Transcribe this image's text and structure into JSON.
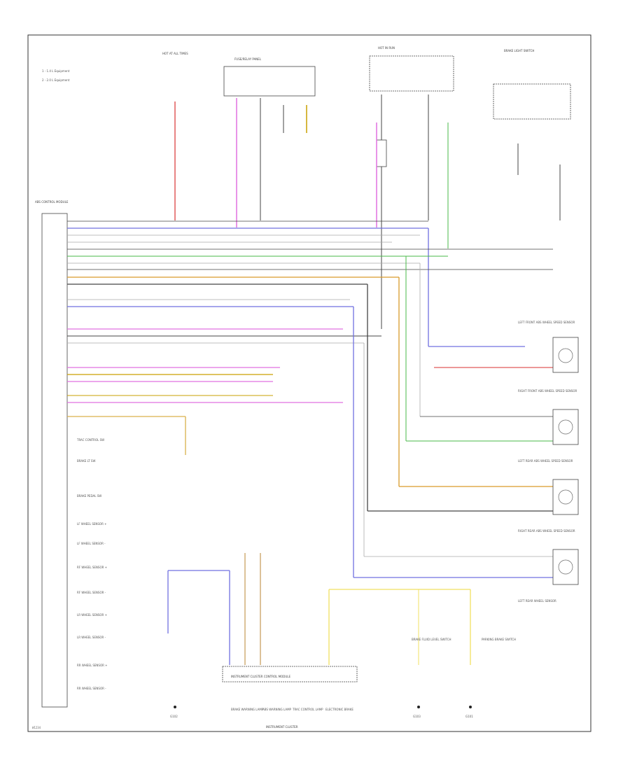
{
  "diagram": {
    "id_code": "W1234",
    "legend": [
      "1 - 1.4 L Equipment",
      "2 - 2.0 L Equipment"
    ],
    "fuse_panel_left_title": "HOT AT ALL TIMES",
    "fuse_panel_mid_title": "FUSE/RELAY PANEL",
    "fuse_panel_right_title": "HOT IN RUN",
    "relay_top_right_title": "BRAKE LIGHT SWITCH",
    "module_left_title": "ABS CONTROL MODULE",
    "module_dots": [
      {
        "name": "TRAC CONTROL SW"
      },
      {
        "name": "BRAKE LT SW"
      },
      {
        "name": "BRAKE PEDAL SW"
      },
      {
        "name": "LF WHEEL SENSOR +"
      },
      {
        "name": "LF WHEEL SENSOR -"
      },
      {
        "name": "RF WHEEL SENSOR +"
      },
      {
        "name": "RF WHEEL SENSOR -"
      },
      {
        "name": "LR WHEEL SENSOR +"
      },
      {
        "name": "LR WHEEL SENSOR -"
      },
      {
        "name": "RR WHEEL SENSOR +"
      },
      {
        "name": "RR WHEEL SENSOR -"
      }
    ],
    "sensors_right": [
      {
        "label": "LEFT FRONT ABS WHEEL SPEED SENSOR"
      },
      {
        "label": "RIGHT FRONT ABS WHEEL SPEED SENSOR"
      },
      {
        "label": "LEFT REAR ABS WHEEL SPEED SENSOR"
      },
      {
        "label": "RIGHT REAR ABS WHEEL SPEED SENSOR"
      },
      {
        "label": "LEFT REAR WHEEL SENSOR"
      }
    ],
    "instrument_cluster_title": "INSTRUMENT CLUSTER CONTROL MODULE",
    "instrument_cluster_footer": "INSTRUMENT CLUSTER",
    "bottom_labels": [
      "BRAKE WARNING LAMP",
      "ABS WARNING LAMP",
      "TRAC CONTROL LAMP",
      "ELECTRONIC BRAKE",
      "BRAKE FLUID LEVEL SWITCH",
      "PARKING BRAKE SWITCH"
    ],
    "ground_labels": [
      "G102",
      "G103",
      "G101"
    ]
  }
}
